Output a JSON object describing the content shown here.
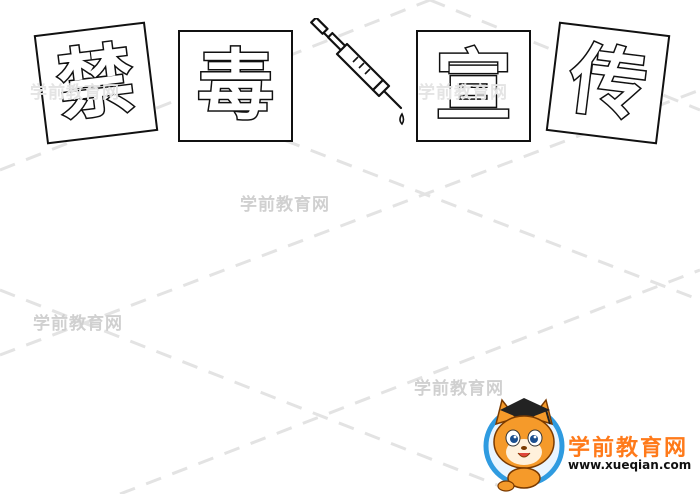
{
  "title_chars": [
    "禁",
    "毒",
    "宣",
    "传"
  ],
  "watermarks": [
    "学前教育网",
    "学前教育网",
    "学前教育网",
    "学前教育网",
    "学前教育网"
  ],
  "logo": {
    "name": "学前教育网",
    "url": "www.xueqian.com"
  },
  "icons": {
    "syringe": "syringe-icon",
    "mascot": "mascot-cat-icon"
  },
  "colors": {
    "outline": "#111111",
    "dash": "#e2e2e2",
    "watermark": "#d0d0d0",
    "logo_text": "#ff7a1a",
    "mascot_orange": "#f59a2a",
    "mascot_blue": "#2f9be0"
  }
}
